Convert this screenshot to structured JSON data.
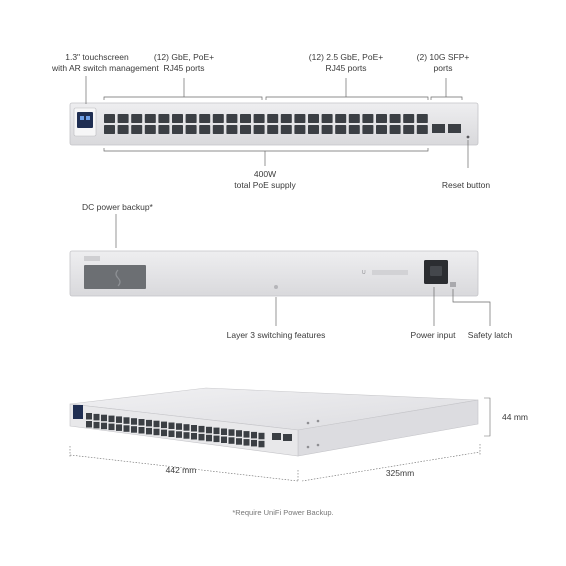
{
  "front_labels": {
    "touchscreen": [
      "1.3\" touchscreen",
      "with AR switch management"
    ],
    "gbe_ports": [
      "(12) GbE, PoE+",
      "RJ45 ports"
    ],
    "gbe25_ports": [
      "(12) 2.5 GbE, PoE+",
      "RJ45 ports"
    ],
    "sfp_ports": [
      "(2) 10G SFP+",
      "ports"
    ],
    "poe_supply": [
      "400W",
      "total PoE supply"
    ],
    "reset": "Reset button"
  },
  "rear_labels": {
    "dc_backup": "DC power backup*",
    "layer3": "Layer 3 switching features",
    "power_input": "Power input",
    "safety_latch": "Safety latch"
  },
  "dimensions": {
    "height": "44 mm",
    "width": "442 mm",
    "depth": "325mm"
  },
  "footnote": "*Require UniFi Power Backup.",
  "colors": {
    "chassis": "#e4e4e6",
    "chassis_edge": "#c9c9cc",
    "port": "#3b3f44",
    "line": "#6a6a6a"
  }
}
